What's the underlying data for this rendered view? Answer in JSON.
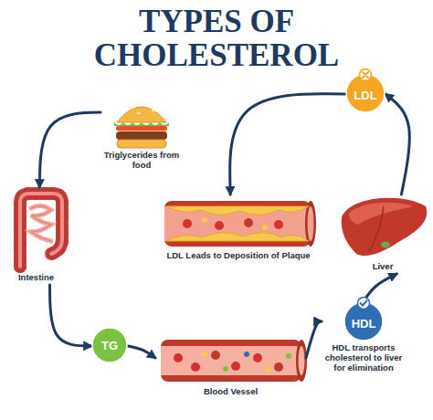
{
  "diagram": {
    "title": "TYPES OF CHOLESTEROL",
    "nodes": [
      {
        "text": [
          "Triglycerides from food"
        ]
      },
      {
        "text": [
          "Intestine"
        ]
      },
      {
        "text": [
          "TG"
        ]
      },
      {
        "text": [
          "Blood Vessel"
        ]
      },
      {
        "text": [
          "HDL",
          "HDL transports cholesterol to liver for elimination"
        ]
      },
      {
        "text": [
          "Liver"
        ]
      },
      {
        "text": [
          "LDL"
        ]
      },
      {
        "text": [
          "LDL Leads to Deposition of Plaque"
        ]
      }
    ],
    "edges": [
      {
        "from": 0,
        "to": 1,
        "arrow": "to"
      },
      {
        "from": 1,
        "to": 2,
        "arrow": "to"
      },
      {
        "from": 2,
        "to": 3,
        "arrow": "to"
      },
      {
        "from": 3,
        "to": 4,
        "arrow": "to"
      },
      {
        "from": 4,
        "to": 5,
        "arrow": "to"
      },
      {
        "from": 5,
        "to": 6,
        "arrow": "to"
      },
      {
        "from": 6,
        "to": 7,
        "arrow": "to"
      }
    ]
  }
}
